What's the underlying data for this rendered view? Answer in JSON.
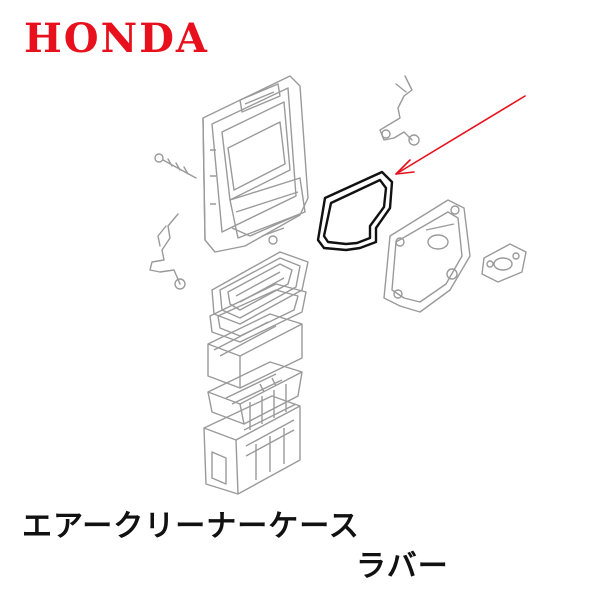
{
  "brand": {
    "name": "HONDA",
    "color": "#e8101c"
  },
  "diagram": {
    "highlighted_part": "gasket",
    "pointer_color": "#e8101c",
    "line_color": "#9a9a9a",
    "highlight_color": "#111111"
  },
  "caption": {
    "line1": "エアークリーナーケース",
    "line2": "ラバー"
  }
}
